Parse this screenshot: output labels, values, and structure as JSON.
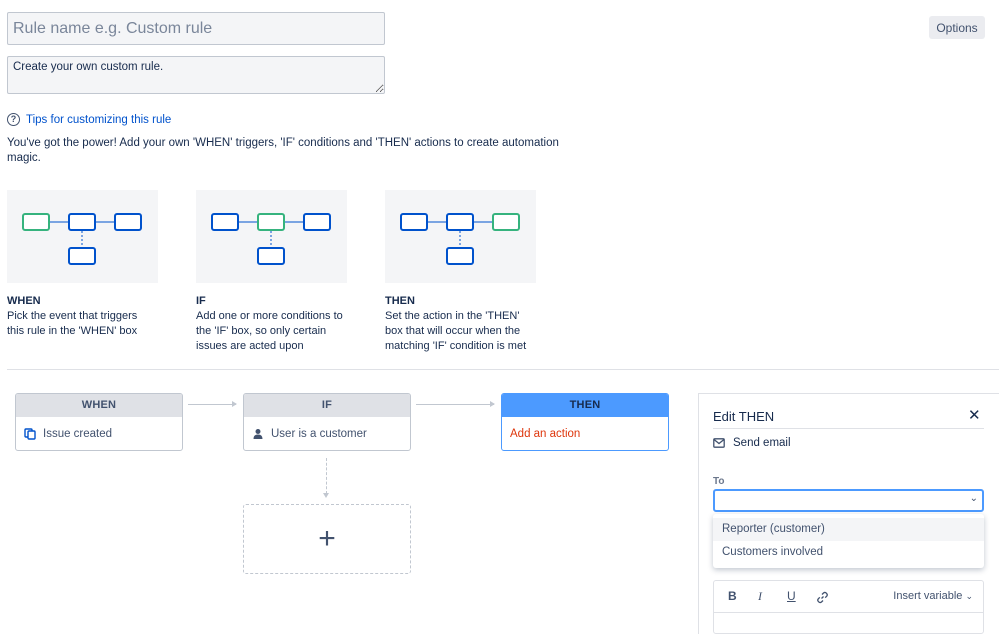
{
  "header": {
    "rule_name_placeholder": "Rule name e.g. Custom rule",
    "description_value": "Create your own custom rule.",
    "options_label": "Options"
  },
  "tips": {
    "link_label": "Tips for customizing this rule",
    "intro": "You've got the power! Add your own 'WHEN' triggers, 'IF' conditions and 'THEN' actions to create automation magic."
  },
  "steps": [
    {
      "title": "WHEN",
      "description": "Pick the event that triggers this rule in the 'WHEN' box"
    },
    {
      "title": "IF",
      "description": "Add one or more conditions to the 'IF' box, so only certain issues are acted upon"
    },
    {
      "title": "THEN",
      "description": "Set the action in the 'THEN' box that will occur when the matching 'IF' condition is met"
    }
  ],
  "flow": {
    "when": {
      "header": "WHEN",
      "item": "Issue created",
      "icon": "copy-icon"
    },
    "if": {
      "header": "IF",
      "item": "User is a customer",
      "icon": "user-icon"
    },
    "then": {
      "header": "THEN",
      "item": "Add an action"
    },
    "add_symbol": "+"
  },
  "panel": {
    "title": "Edit THEN",
    "close_symbol": "✕",
    "action_label": "Send email",
    "to_label": "To",
    "to_options": [
      "Reporter (customer)",
      "Customers involved"
    ],
    "toolbar": {
      "bold": "B",
      "italic": "I",
      "underline": "U",
      "insert_variable": "Insert variable"
    }
  },
  "colors": {
    "accent_blue": "#4c9aff",
    "link_blue": "#0052cc",
    "diagram_blue": "#0052cc",
    "diagram_green": "#36b37e",
    "error_red": "#de350b"
  }
}
